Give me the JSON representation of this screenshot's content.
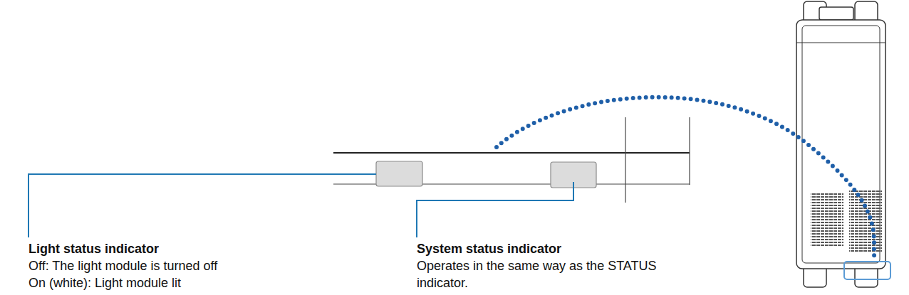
{
  "diagram": {
    "labels": [
      "Light status indicator",
      "Off: The light module is turned off",
      "On (white): Light module lit",
      "System status indicator",
      "Operates in the same way as the STATUS indicator."
    ]
  }
}
